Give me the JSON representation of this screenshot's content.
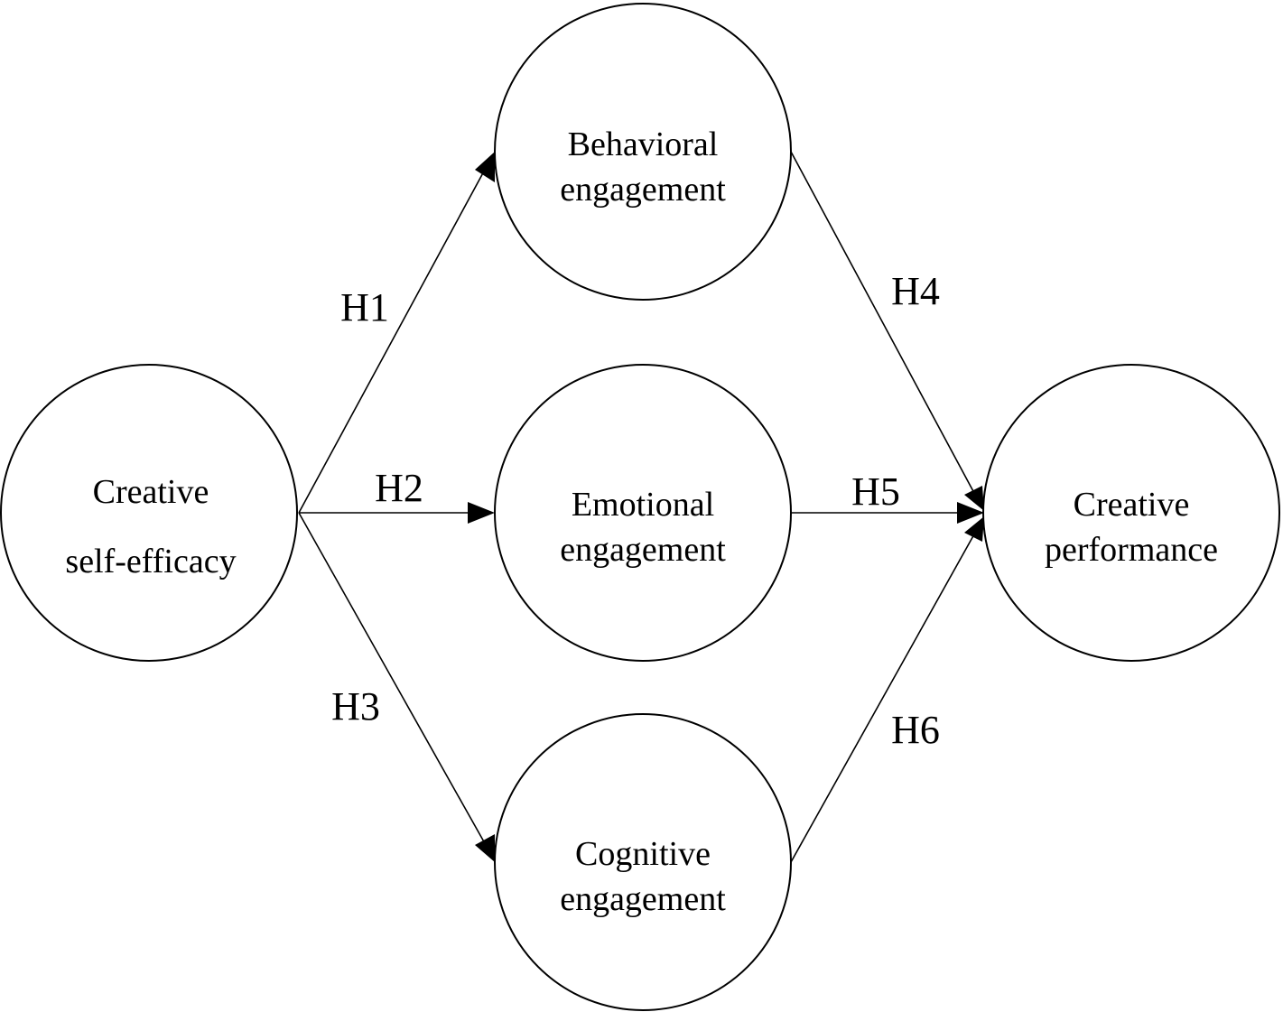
{
  "diagram": {
    "nodes": {
      "self_efficacy": {
        "line1": "Creative",
        "line2": "self-efficacy"
      },
      "behavioral": {
        "line1": "Behavioral",
        "line2": "engagement"
      },
      "emotional": {
        "line1": "Emotional",
        "line2": "engagement"
      },
      "cognitive": {
        "line1": "Cognitive",
        "line2": "engagement"
      },
      "performance": {
        "line1": "Creative",
        "line2": "performance"
      }
    },
    "hypotheses": {
      "h1": "H1",
      "h2": "H2",
      "h3": "H3",
      "h4": "H4",
      "h5": "H5",
      "h6": "H6"
    },
    "colors": {
      "stroke": "#000000",
      "fill": "#ffffff"
    }
  }
}
